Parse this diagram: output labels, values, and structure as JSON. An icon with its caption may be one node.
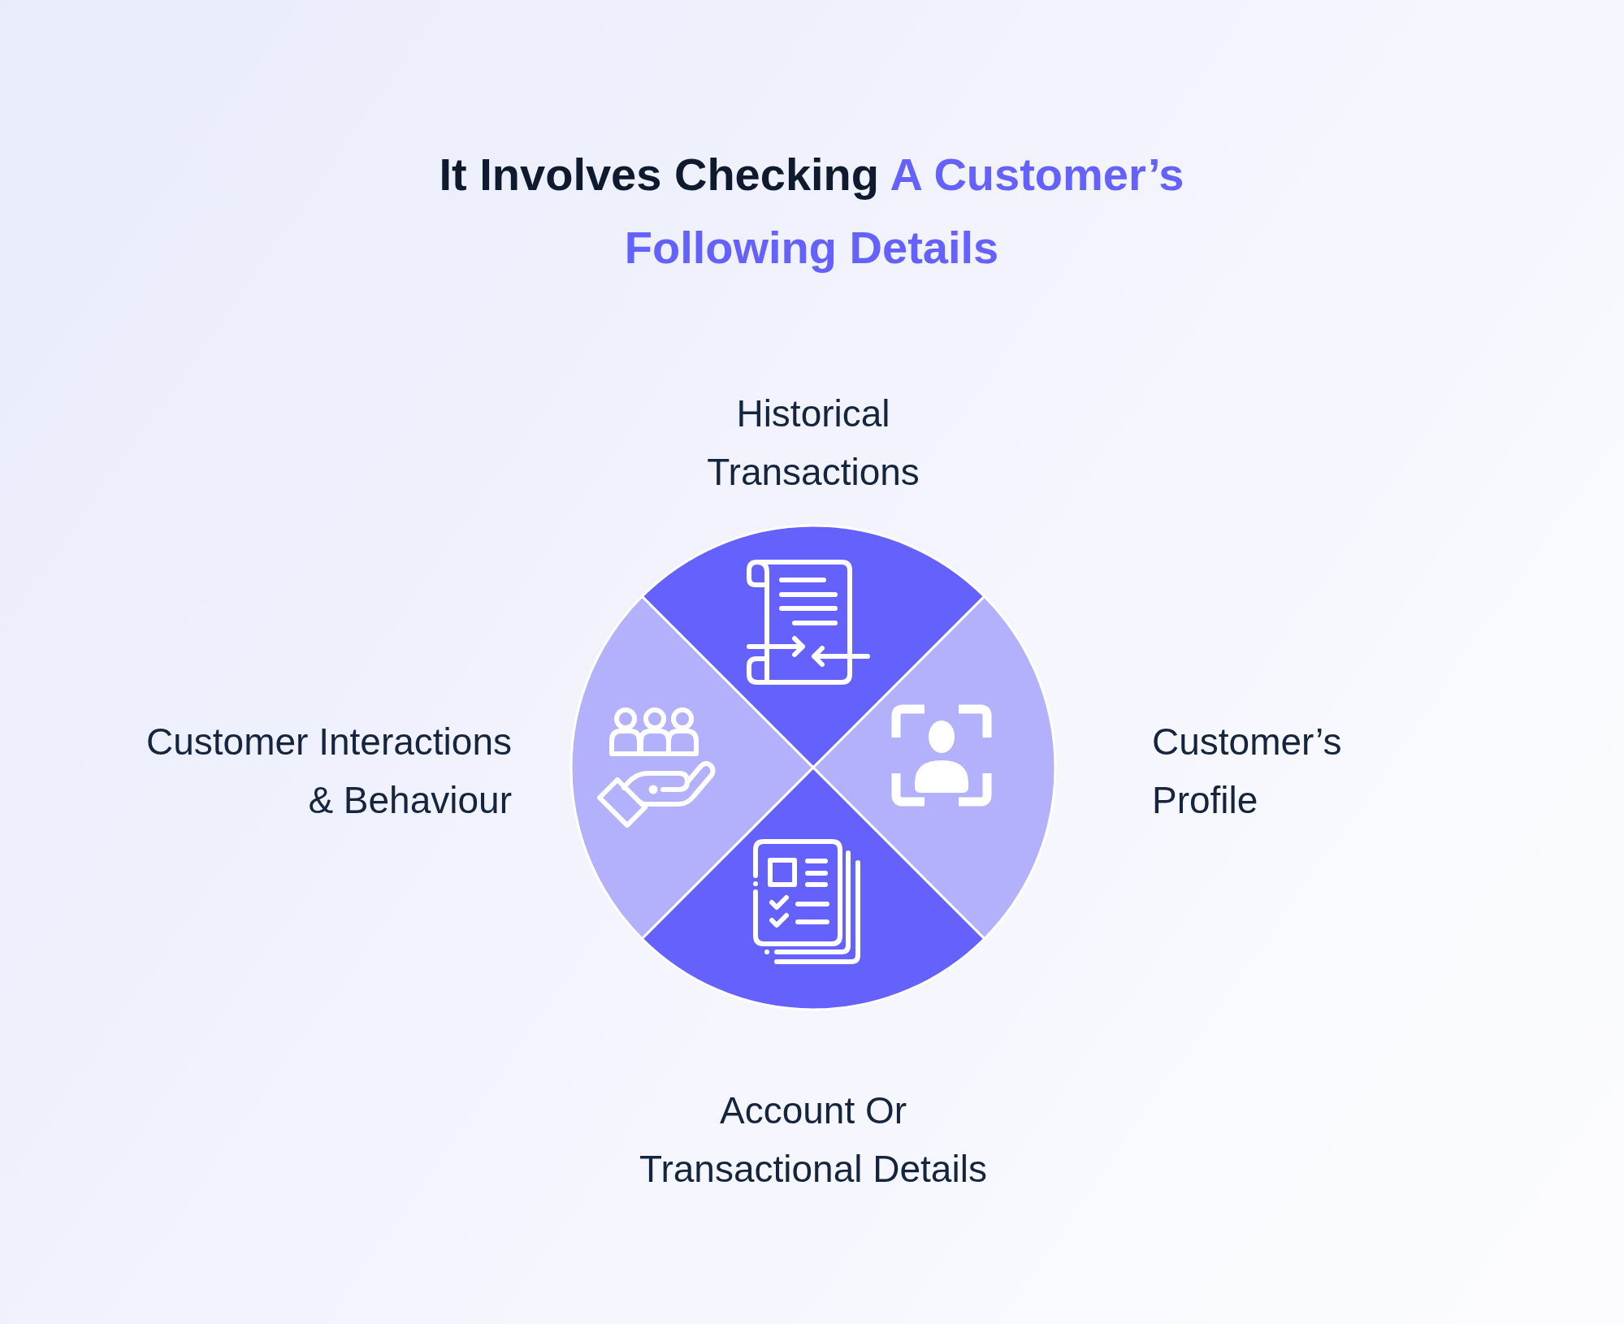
{
  "diagram": {
    "title": "It Involves Checking A Customer’s Following Details",
    "nodes": [
      {
        "text": [],
        "shape": "sector",
        "beside": [
          "Historical Transactions"
        ]
      },
      {
        "text": [],
        "shape": "sector",
        "beside": [
          "Customer Interactions & Behaviour"
        ]
      },
      {
        "text": [],
        "shape": "sector",
        "beside": [
          "Customer’s Profile"
        ]
      },
      {
        "text": [],
        "shape": "sector",
        "beside": [
          "Account Or Transactional Details"
        ]
      }
    ]
  }
}
